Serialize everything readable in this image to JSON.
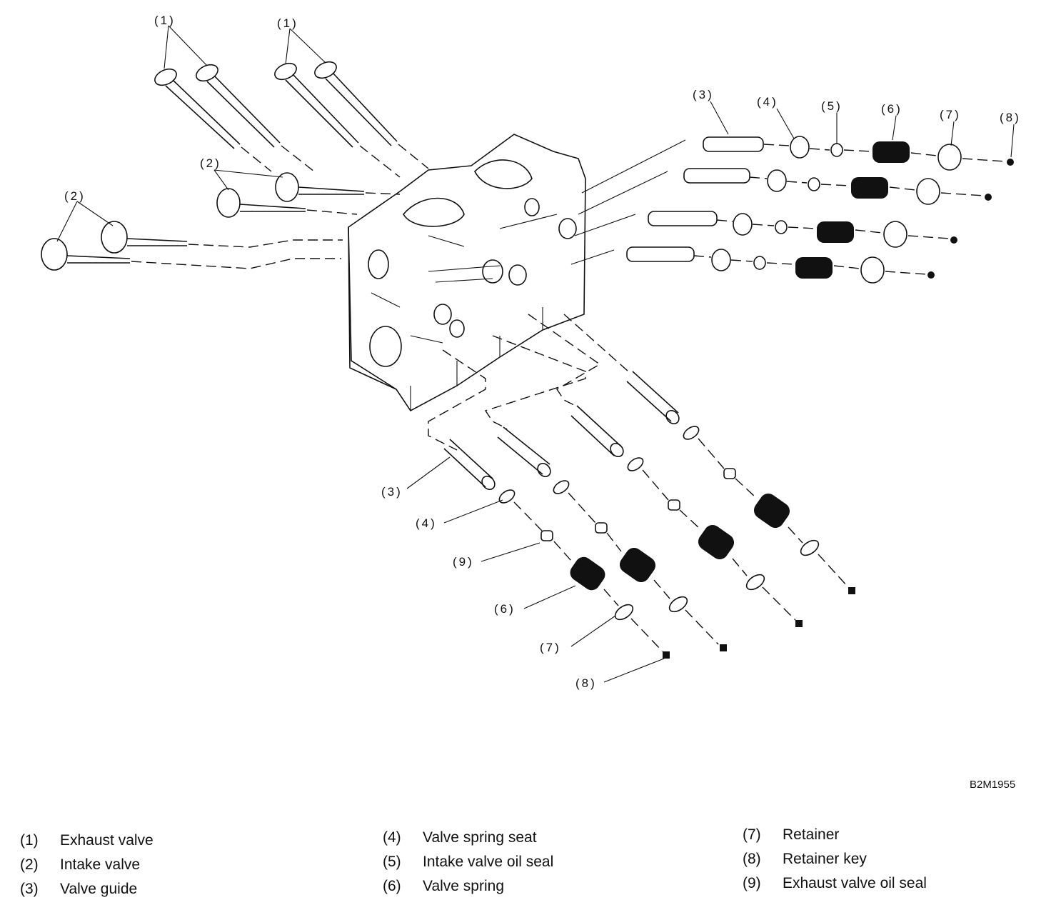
{
  "diagram": {
    "callouts": {
      "c1a": "(1)",
      "c1b": "(1)",
      "c2a": "(2)",
      "c2b": "(2)",
      "r3": "(3)",
      "r4": "(4)",
      "r5": "(5)",
      "r6": "(6)",
      "r7": "(7)",
      "r8": "(8)",
      "b3": "(3)",
      "b4": "(4)",
      "b9": "(9)",
      "b6": "(6)",
      "b7": "(7)",
      "b8": "(8)"
    },
    "reference_code": "B2M1955"
  },
  "legend": {
    "columns": [
      [
        {
          "num": "(1)",
          "label": "Exhaust valve"
        },
        {
          "num": "(2)",
          "label": "Intake valve"
        },
        {
          "num": "(3)",
          "label": "Valve guide"
        }
      ],
      [
        {
          "num": "(4)",
          "label": "Valve spring seat"
        },
        {
          "num": "(5)",
          "label": "Intake valve oil seal"
        },
        {
          "num": "(6)",
          "label": "Valve spring"
        }
      ],
      [
        {
          "num": "(7)",
          "label": "Retainer"
        },
        {
          "num": "(8)",
          "label": "Retainer key"
        },
        {
          "num": "(9)",
          "label": "Exhaust valve oil seal"
        }
      ]
    ]
  }
}
